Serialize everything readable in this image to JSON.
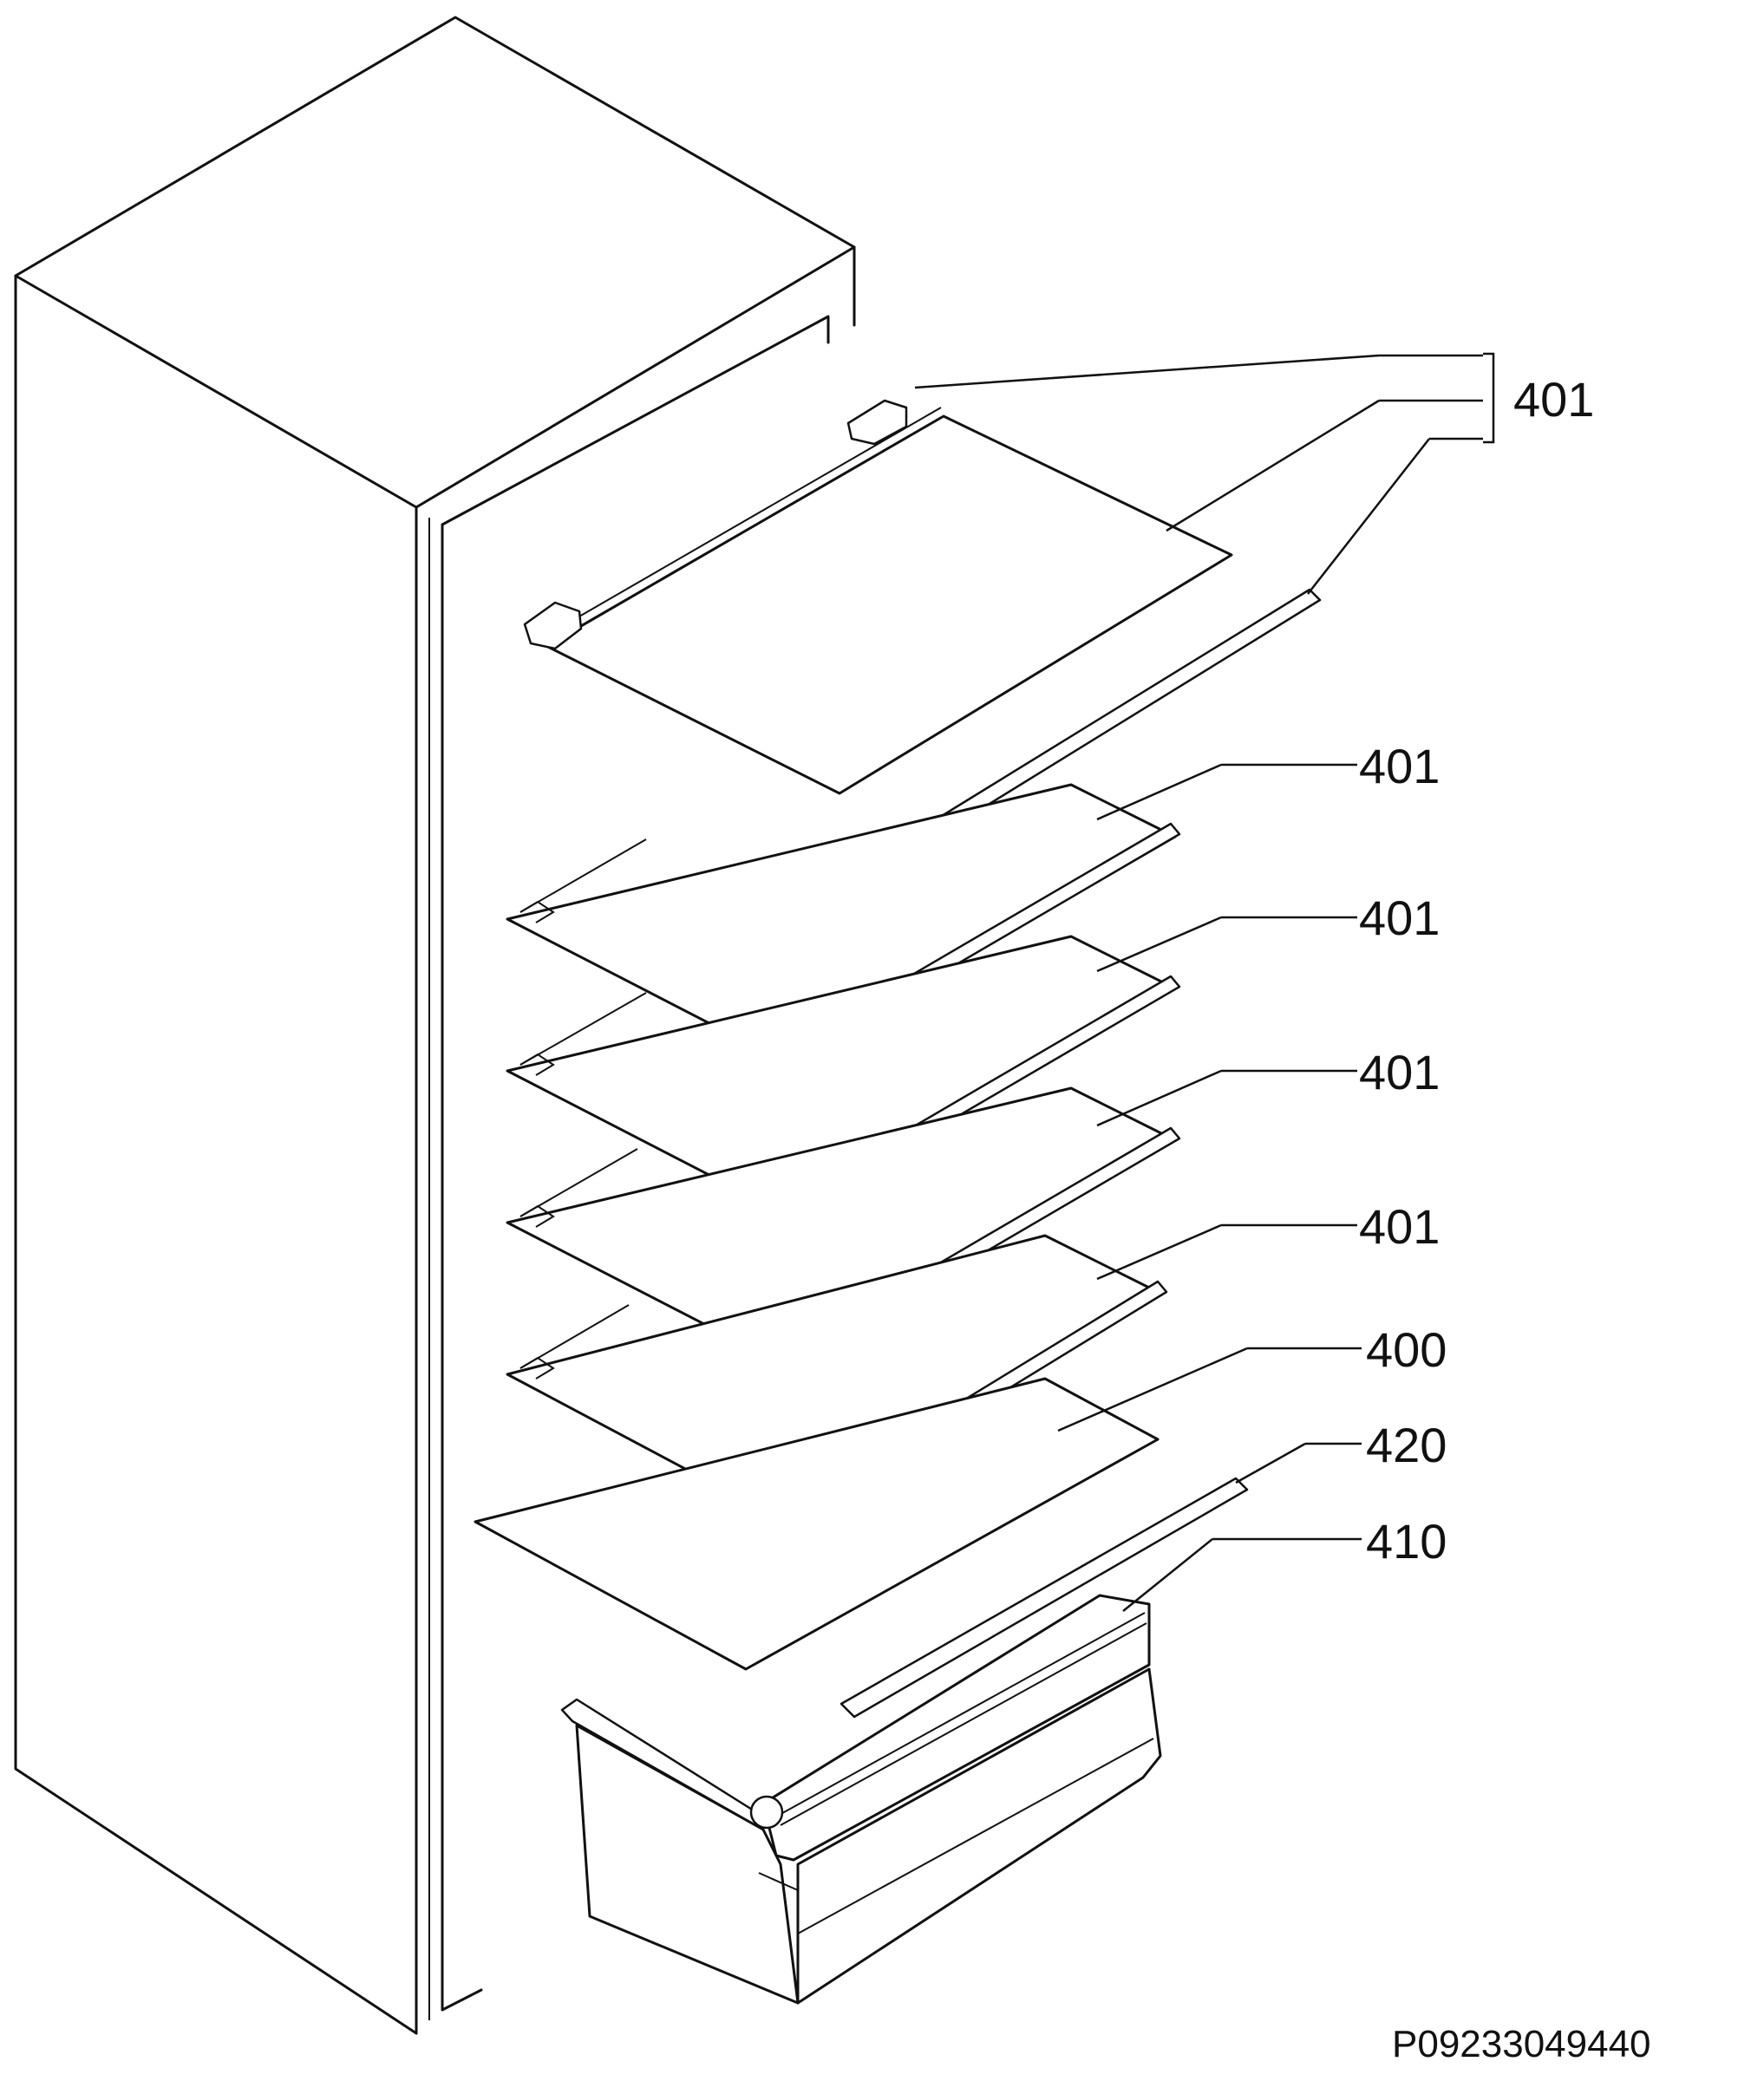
{
  "callouts": [
    {
      "id": "c1",
      "text": "401"
    },
    {
      "id": "c2",
      "text": "401"
    },
    {
      "id": "c3",
      "text": "401"
    },
    {
      "id": "c4",
      "text": "401"
    },
    {
      "id": "c5",
      "text": "401"
    },
    {
      "id": "c6",
      "text": "400"
    },
    {
      "id": "c7",
      "text": "420"
    },
    {
      "id": "c8",
      "text": "410"
    }
  ],
  "drawing_code": "P09233049440"
}
